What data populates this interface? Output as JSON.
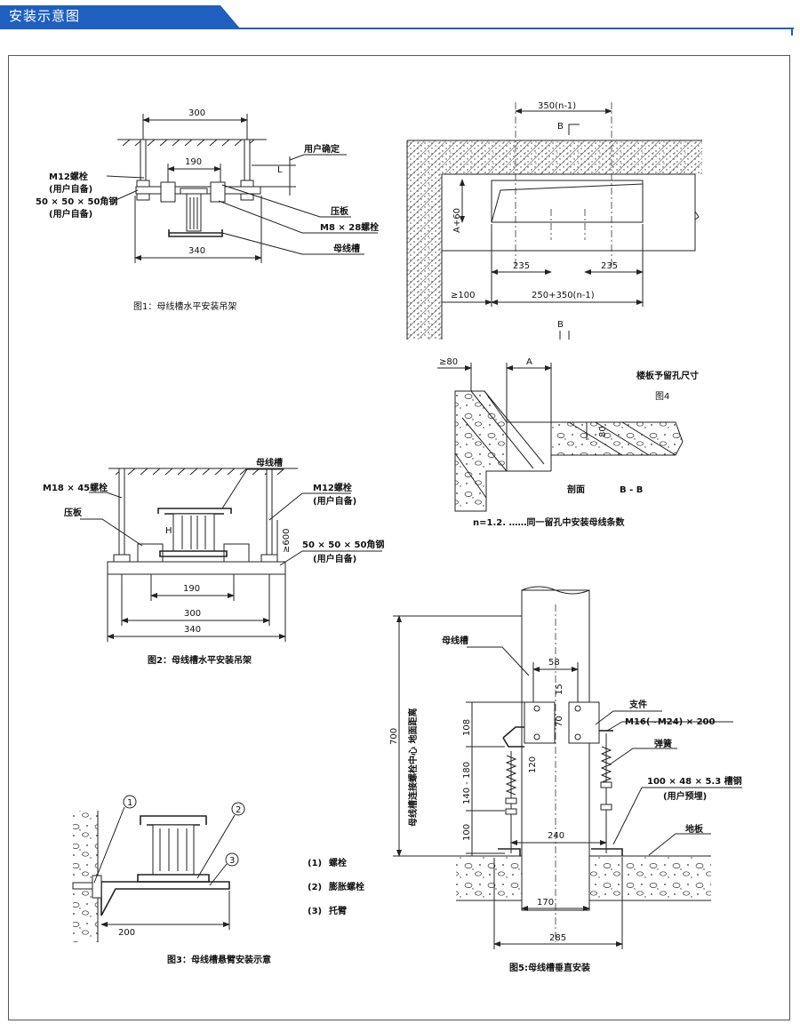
{
  "header": {
    "title": "安装示意图",
    "accent_color": "#1f5fbf"
  },
  "fig1": {
    "caption": "图1：母线槽水平安装吊架",
    "dims": {
      "top": "300",
      "inner": "190",
      "bottom": "340",
      "L": "L"
    },
    "labels": {
      "user_determined": "用户确定",
      "bolt_m12": "M12螺栓",
      "user_supplied_1": "(用户自备)",
      "angle": "50 × 50 × 50角钢",
      "user_supplied_2": "(用户自备)",
      "plate": "压板",
      "bolt_m8": "M8 × 28螺栓",
      "busway": "母线槽"
    }
  },
  "fig2": {
    "caption": "图2：母线槽水平安装吊架",
    "dims": {
      "inner": "190",
      "mid": "300",
      "outer": "340",
      "H": "H",
      "height": "≥600"
    },
    "labels": {
      "busway": "母线槽",
      "bolt_m18": "M18 × 45螺栓",
      "plate": "压板",
      "bolt_m12": "M12螺栓",
      "user_supplied_1": "(用户自备)",
      "angle": "50 × 50 × 50角钢",
      "user_supplied_2": "(用户自备)"
    }
  },
  "fig3": {
    "caption": "图3：母线槽悬臂安装示意",
    "dims": {
      "length": "200"
    },
    "markers": [
      "1",
      "2",
      "3"
    ],
    "legend": [
      {
        "num": "(1)",
        "text": "螺栓"
      },
      {
        "num": "(2)",
        "text": "膨胀螺栓"
      },
      {
        "num": "(3)",
        "text": "托臂"
      }
    ]
  },
  "fig4": {
    "title": "楼板予留孔尺寸",
    "caption": "图4",
    "dims": {
      "spacing": "350(n-1)",
      "section_b_top": "B",
      "a_plus": "A+60",
      "d235_left": "235",
      "d235_right": "235",
      "ge100": "≥100",
      "total": "250+350(n-1)",
      "section_b_bottom": "B",
      "ge80": "≥80",
      "a": "A",
      "d80": "80"
    },
    "section_label": "剖面",
    "section_name": "B - B",
    "note": "n=1.2.  ……同一留孔中安装母线条数"
  },
  "fig5": {
    "caption": "图5:母线槽垂直安装",
    "dims": {
      "d700": "700",
      "vertical_note": "母线槽连接螺栓中心  地面距离",
      "d58": "58",
      "d15": "15",
      "d70": "70",
      "d108": "108",
      "d120": "120",
      "d140_180": "140 - 180",
      "d100": "100",
      "d240": "240",
      "d170": "170",
      "d285": "285"
    },
    "labels": {
      "busway": "母线槽",
      "support": "支件",
      "bolt": "M16(~M24) × 200",
      "spring": "弹簧",
      "channel": "100 × 48 × 5.3 槽钢",
      "user_embedded": "(用户预埋)",
      "floor": "地板"
    }
  }
}
